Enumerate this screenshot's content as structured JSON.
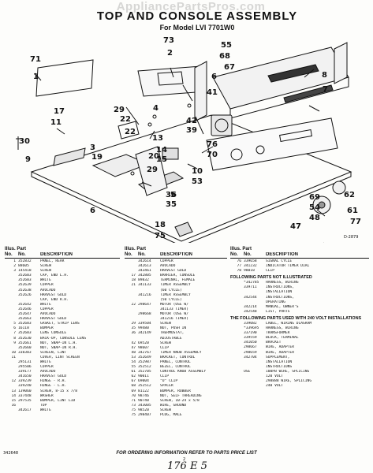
{
  "watermark": "AppliancePartsPros.com",
  "title": "TOP AND CONSOLE ASSEMBLY",
  "subtitle": "For Model LVI 7701W0",
  "figure_code": "D-2879",
  "callouts": [
    "71",
    "1",
    "73",
    "2",
    "55",
    "68",
    "67",
    "8",
    "7",
    "17",
    "11",
    "30",
    "9",
    "22",
    "4",
    "13",
    "29",
    "42",
    "39",
    "76",
    "70",
    "10",
    "53",
    "20",
    "29",
    "14",
    "15",
    "36",
    "35",
    "6",
    "22",
    "41",
    "3",
    "19",
    "6",
    "62",
    "61",
    "77",
    "69",
    "54",
    "48",
    "5",
    "18",
    "75",
    "47"
  ],
  "columns": [
    {
      "header": {
        "title": "Illus. Part",
        "no": "No.",
        "part": "No.",
        "desc": "DESCRIPTION"
      },
      "rows": [
        [
          "1",
          "352832",
          "PANEL, REAR"
        ],
        [
          "2",
          "88605",
          "SCREW"
        ],
        [
          "3",
          "145418",
          "SCREW"
        ],
        [
          "",
          "352603",
          "CAP, END L.H."
        ],
        [
          "",
          "352603",
          "WHITE"
        ],
        [
          "",
          "352639",
          "COPPER"
        ],
        [
          "",
          "352638",
          "AVOCADO"
        ],
        [
          "",
          "352626",
          "HARVEST GOLD"
        ],
        [
          "",
          "",
          "CAP, END R.H."
        ],
        [
          "",
          "352642",
          "WHITE"
        ],
        [
          "",
          "352646",
          "COPPER"
        ],
        [
          "",
          "352647",
          "AVOCADO"
        ],
        [
          "",
          "352663",
          "HARVEST GOLD"
        ],
        [
          "5",
          "352683",
          "GASKET, STRIP LENS"
        ],
        [
          "6",
          "16118",
          "BUMPER"
        ],
        [
          "7",
          "352603",
          "LENS CONSOLE"
        ],
        [
          "8",
          "352630",
          "BACK-UP, CONSOLE LENS"
        ],
        [
          "9",
          "352661",
          "NUT, SNAP-IN L.H."
        ],
        [
          "",
          "352660",
          "NUT, SNAP-IN R.H."
        ],
        [
          "10",
          "338303",
          "SCREEN, LINT"
        ],
        [
          "11",
          "",
          "COVER, LINT SCREEN"
        ],
        [
          "",
          "295131",
          "WHITE"
        ],
        [
          "",
          "295506",
          "COPPER"
        ],
        [
          "",
          "339177",
          "AVOCADO"
        ],
        [
          "",
          "341650",
          "HARVEST GOLD"
        ],
        [
          "12",
          "339239",
          "HINGE - R.H."
        ],
        [
          "",
          "339240",
          "HINGE - L.H."
        ],
        [
          "13",
          "139060",
          "SCREW, 8-15 x 7/8"
        ],
        [
          "14",
          "337448",
          "WASHER"
        ],
        [
          "15",
          "297535",
          "BUMPER, LINT LID"
        ],
        [
          "16",
          "",
          "TOP"
        ],
        [
          "",
          "342617",
          "WHITE"
        ]
      ]
    },
    {
      "header": {
        "title": "Illus. Part",
        "no": "No.",
        "part": "No.",
        "desc": "DESCRIPTION"
      },
      "rows": [
        [
          "",
          "342614",
          "COPPER"
        ],
        [
          "",
          "342613",
          "AVOCADO"
        ],
        [
          "",
          "343461",
          "HARVEST GOLD"
        ],
        [
          "17",
          "342805",
          "BARRIER, CONSOLE"
        ],
        [
          "18",
          "89832",
          "TERMINAL, FEMALE"
        ],
        [
          "21",
          "341133",
          "TIMER ASSEMBLY"
        ],
        [
          "",
          "",
          "(60 CYCLE)"
        ],
        [
          "",
          "341216",
          "TIMER ASSEMBLY"
        ],
        [
          "",
          "",
          "(50 CYCLE)"
        ],
        [
          "22",
          "298647",
          "MOTOR (USE W/"
        ],
        [
          "",
          "",
          "341133 TIMER)"
        ],
        [
          "",
          "298668",
          "MOTOR (USE W/"
        ],
        [
          "",
          "",
          "341216 TIMER)"
        ],
        [
          "29",
          "339504",
          "SCREW"
        ],
        [
          "35",
          "99480",
          "NUT, PUSH IN"
        ],
        [
          "36",
          "342149",
          "THERMOSTAT,"
        ],
        [
          "",
          "",
          "ADJUSTABLE"
        ],
        [
          "42",
          "69520",
          "SCREW"
        ],
        [
          "47",
          "98607",
          "CLIP"
        ],
        [
          "48",
          "342767",
          "TIMER KNOB ASSEMBLY"
        ],
        [
          "53",
          "352649",
          "BRACKET, CONTROL"
        ],
        [
          "54",
          "352987",
          "PANEL, CONTROL"
        ],
        [
          "55",
          "352512",
          "BEZEL, CONTROL"
        ],
        [
          "61",
          "352705",
          "CONTROL KNOB ASSEMBLY"
        ],
        [
          "62",
          "90011",
          "CLIP"
        ],
        [
          "67",
          "69004",
          "\"U\" CLIP"
        ],
        [
          "68",
          "352512",
          "SPACER"
        ],
        [
          "69",
          "81122",
          "BUMPER, RUBBER"
        ],
        [
          "70",
          "98746",
          "NUT, SELF THREADING"
        ],
        [
          "71",
          "90740",
          "SCREW, 10-24 x 5/8"
        ],
        [
          "73",
          "343005",
          "WIRE, GROUND"
        ],
        [
          "75",
          "98520",
          "SCREW"
        ],
        [
          "75",
          "298407",
          "PLUG, MALE"
        ]
      ]
    },
    {
      "header": {
        "title": "Illus. Part",
        "no": "No.",
        "part": "No.",
        "desc": "DESCRIPTION"
      },
      "rows": [
        [
          "76",
          "339658",
          "SIGNAL CYCLE"
        ],
        [
          "77",
          "341232",
          "INDICATOR TIMER DIAL"
        ],
        [
          "78",
          "98018",
          "CLIP"
        ]
      ],
      "note1": "FOLLOWING PARTS NOT ILLUSTRATED",
      "rows2": [
        [
          "",
          "*342785",
          "HARNESS, WIRING"
        ],
        [
          "",
          "339711",
          "INSTRUCTIONS,"
        ],
        [
          "",
          "",
          "INSTALLATION"
        ],
        [
          "",
          "342544",
          "INSTRUCTIONS,"
        ],
        [
          "",
          "",
          "OPERATING"
        ],
        [
          "",
          "342214",
          "MANUAL, OWNER'S"
        ],
        [
          "",
          "342548",
          "LIST, PARTS"
        ]
      ],
      "note2": "THE FOLLOWING PARTS USED WITH 240 VOLT INSTALLATIONS",
      "rows3": [
        [
          "",
          "339082",
          "LABEL, WIRING DIAGRAM"
        ],
        [
          "",
          "*339695",
          "HARNESS, WIRING"
        ],
        [
          "",
          "337190",
          "TRANSFORMER"
        ],
        [
          "",
          "339559",
          "BLOCK, TERMINAL"
        ],
        [
          "",
          "341050",
          "BRACKET"
        ],
        [
          "",
          "298667",
          "WIRE, ADAPTER"
        ],
        [
          "",
          "298659",
          "WIRE, ADAPTER"
        ],
        [
          "",
          "342704",
          "SUPPLEMENT,"
        ],
        [
          "",
          "",
          "INSTALLATION"
        ],
        [
          "",
          "",
          "INSTRUCTIONS"
        ],
        [
          "",
          "",
          ""
        ],
        [
          "",
          "USE",
          "100PB WIRE, SPLICING"
        ],
        [
          "",
          "",
          "120 VOLT"
        ],
        [
          "",
          "",
          "298888 WIRE, SPLICING"
        ],
        [
          "",
          "",
          "240 VOLT"
        ]
      ]
    }
  ],
  "footer": "FOR ORDERING INFORMATION REFER TO PARTS PRICE LIST",
  "footer_code": "342648",
  "page_number": "2",
  "handwritten": "176 E 5"
}
